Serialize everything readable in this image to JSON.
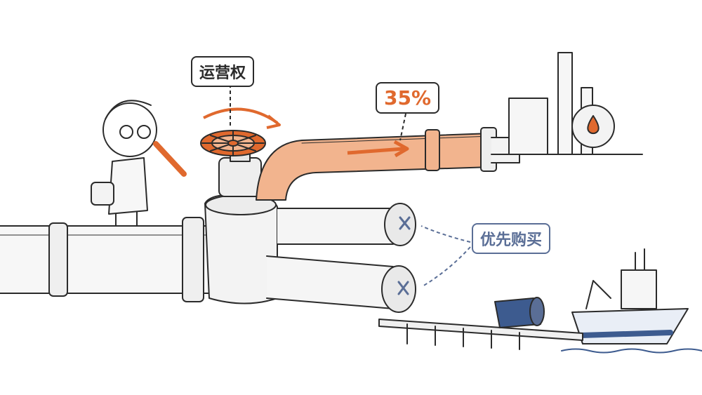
{
  "labels": {
    "operating_rights": "运营权",
    "stake_percent": "35%",
    "priority_purchase": "优先购买"
  },
  "icons": [
    "valve-wheel-icon",
    "cross-mark-icon",
    "oil-drop-icon",
    "oil-barrel-icon",
    "tanker-ship-icon"
  ],
  "colors": {
    "accent_orange": "#e0692e",
    "pipe_highlight": "#f2b48e",
    "blue_annotation": "#5a6e96",
    "barrel_blue": "#3d5b8f",
    "ink": "#2b2b2b"
  }
}
